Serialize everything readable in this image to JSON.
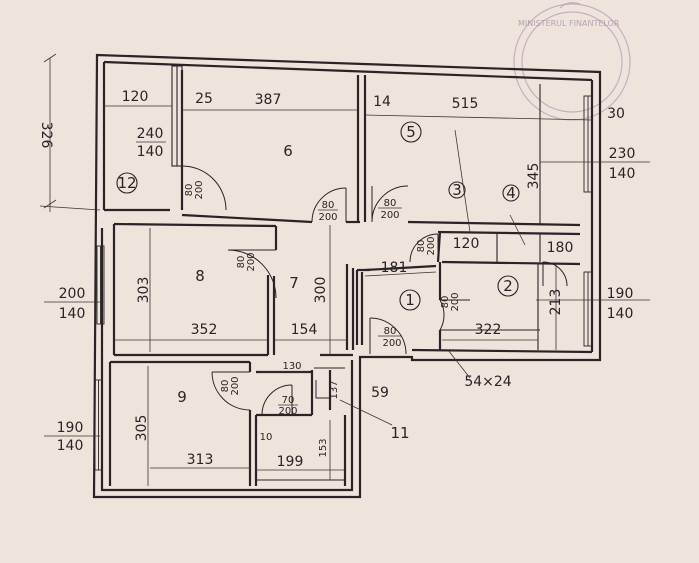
{
  "rooms": [
    {
      "id": "r1",
      "label": "1"
    },
    {
      "id": "r2",
      "label": "2"
    },
    {
      "id": "r3",
      "label": "3"
    },
    {
      "id": "r4",
      "label": "4"
    },
    {
      "id": "r5",
      "label": "5"
    },
    {
      "id": "r6",
      "label": "6"
    },
    {
      "id": "r7",
      "label": "7"
    },
    {
      "id": "r8",
      "label": "8"
    },
    {
      "id": "r9",
      "label": "9"
    },
    {
      "id": "r11",
      "label": "11"
    },
    {
      "id": "r12",
      "label": "12"
    }
  ],
  "dimensions": {
    "d326": "326",
    "d120a": "120",
    "d25": "25",
    "d387": "387",
    "d14": "14",
    "d515": "515",
    "d30": "30",
    "d240": "240",
    "d140a": "140",
    "d345": "345",
    "d230": "230",
    "d140b": "140",
    "d303": "303",
    "d300": "300",
    "d181": "181",
    "d120b": "120",
    "d180": "180",
    "d213": "213",
    "d200": "200",
    "d140c": "140",
    "d352": "352",
    "d154": "154",
    "d322": "322",
    "d190a": "190",
    "d140d": "140",
    "d130": "130",
    "d137": "137",
    "d59": "59",
    "d305": "305",
    "d10": "10",
    "d153": "153",
    "d190b": "190",
    "d140e": "140",
    "d313": "313",
    "d199": "199",
    "d54x24": "54×24"
  },
  "doors": {
    "dr_r6_a": "80",
    "dr_r6_b": "200",
    "dr_c6_a": "80",
    "dr_c6_b": "200",
    "dr_c5_a": "80",
    "dr_c5_b": "200",
    "dr_r8_a": "80",
    "dr_r8_b": "200",
    "dr_r3_a": "80",
    "dr_r3_b": "200",
    "dr_r2_a": "80",
    "dr_r2_b": "200",
    "dr_ent_a": "80",
    "dr_ent_b": "200",
    "dr_r9_a": "80",
    "dr_r9_b": "200",
    "dr_r10_a": "70",
    "dr_r10_b": "200"
  }
}
